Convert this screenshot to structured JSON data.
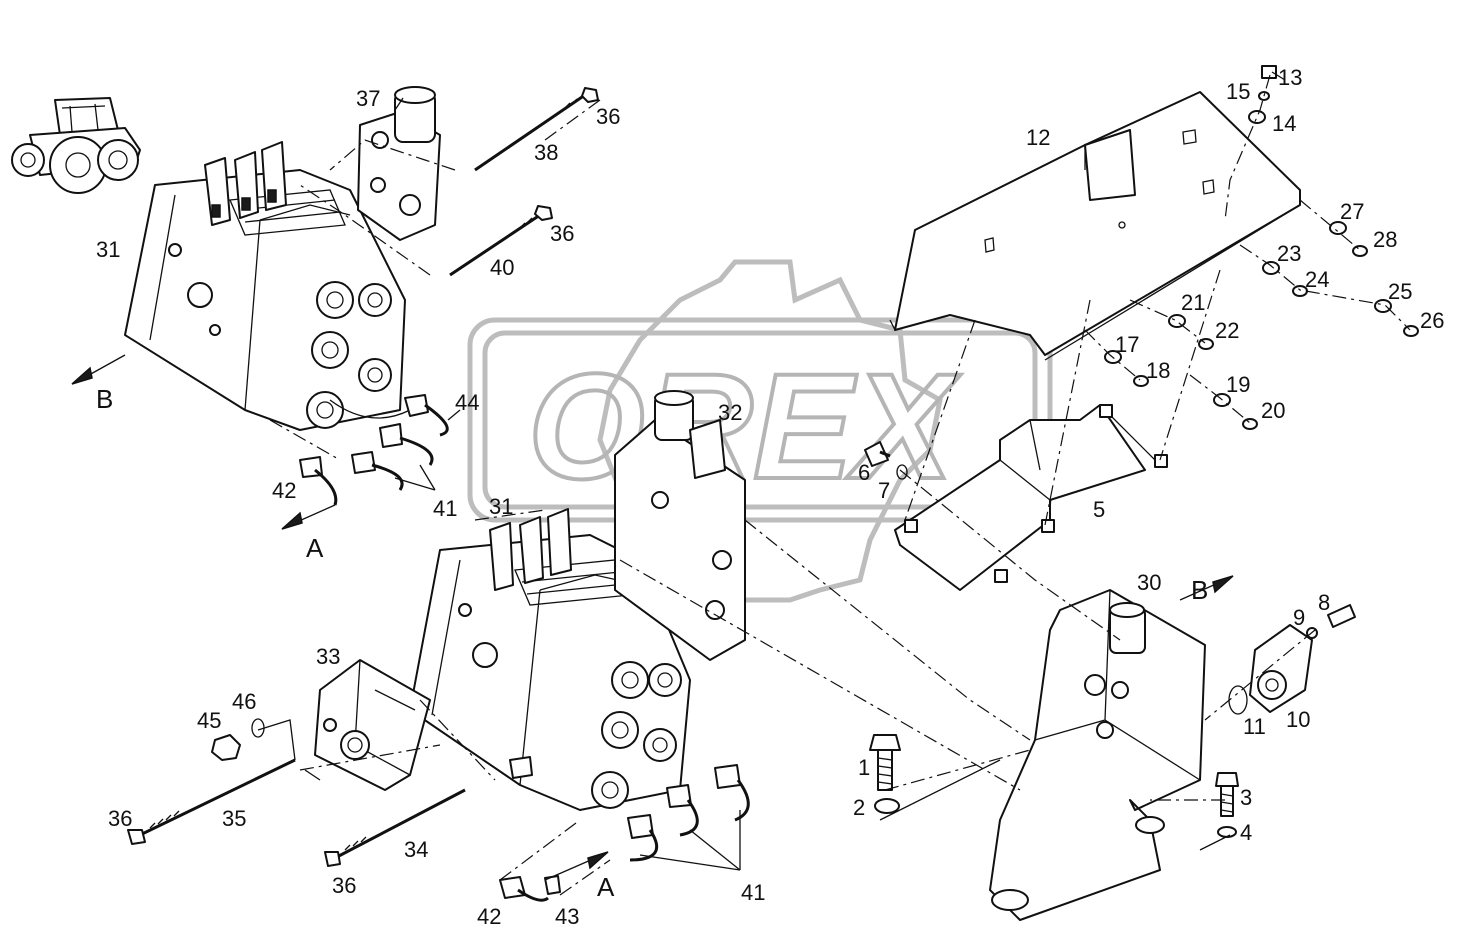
{
  "watermark": {
    "text": "OREX"
  },
  "callouts": {
    "c1": "1",
    "c2": "2",
    "c3": "3",
    "c4": "4",
    "c5": "5",
    "c6": "6",
    "c7": "7",
    "c8": "8",
    "c9": "9",
    "c10": "10",
    "c11": "11",
    "c12": "12",
    "c13": "13",
    "c14": "14",
    "c15": "15",
    "c17": "17",
    "c18": "18",
    "c19": "19",
    "c20": "20",
    "c21": "21",
    "c22": "22",
    "c23": "23",
    "c24": "24",
    "c25": "25",
    "c26": "26",
    "c27": "27",
    "c28": "28",
    "c30": "30",
    "c31a": "31",
    "c31b": "31",
    "c32": "32",
    "c33": "33",
    "c34": "34",
    "c35": "35",
    "c36a": "36",
    "c36b": "36",
    "c36c": "36",
    "c36d": "36",
    "c37": "37",
    "c38": "38",
    "c40": "40",
    "c41a": "41",
    "c41b": "41",
    "c42a": "42",
    "c42b": "42",
    "c43": "43",
    "c44": "44",
    "c45": "45",
    "c46": "46"
  },
  "view_markers": {
    "b_top": "B",
    "a_top": "A",
    "b_bracket": "B",
    "a_bottom": "A"
  },
  "colors": {
    "line": "#111111",
    "watermark": "#bdbdbd",
    "background": "#ffffff"
  }
}
